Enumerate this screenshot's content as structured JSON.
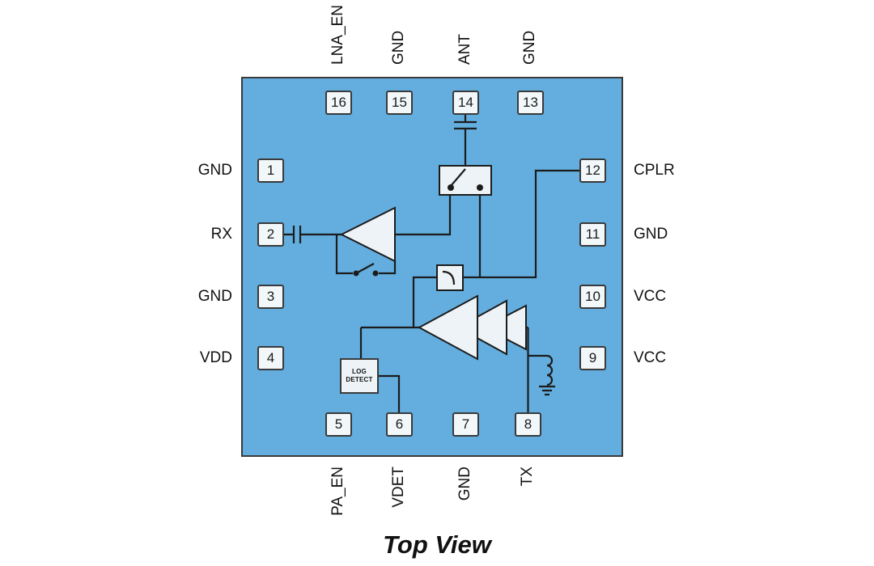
{
  "caption": "Top View",
  "colors": {
    "chip_fill": "#63AEDF",
    "chip_border": "#3A3A3A",
    "pin_fill": "#F2F7FA",
    "block_fill": "#EDF3F6",
    "line": "#1C1C1C"
  },
  "pins": {
    "top": [
      {
        "num": "16",
        "label": "LNA_EN"
      },
      {
        "num": "15",
        "label": "GND"
      },
      {
        "num": "14",
        "label": "ANT"
      },
      {
        "num": "13",
        "label": "GND"
      }
    ],
    "left": [
      {
        "num": "1",
        "label": "GND"
      },
      {
        "num": "2",
        "label": "RX"
      },
      {
        "num": "3",
        "label": "GND"
      },
      {
        "num": "4",
        "label": "VDD"
      }
    ],
    "right": [
      {
        "num": "12",
        "label": "CPLR"
      },
      {
        "num": "11",
        "label": "GND"
      },
      {
        "num": "10",
        "label": "VCC"
      },
      {
        "num": "9",
        "label": "VCC"
      }
    ],
    "bottom": [
      {
        "num": "5",
        "label": "PA_EN"
      },
      {
        "num": "6",
        "label": "VDET"
      },
      {
        "num": "7",
        "label": "GND"
      },
      {
        "num": "8",
        "label": "TX"
      }
    ]
  },
  "blocks": {
    "log_detect_line1": "LOG",
    "log_detect_line2": "DETECT"
  }
}
